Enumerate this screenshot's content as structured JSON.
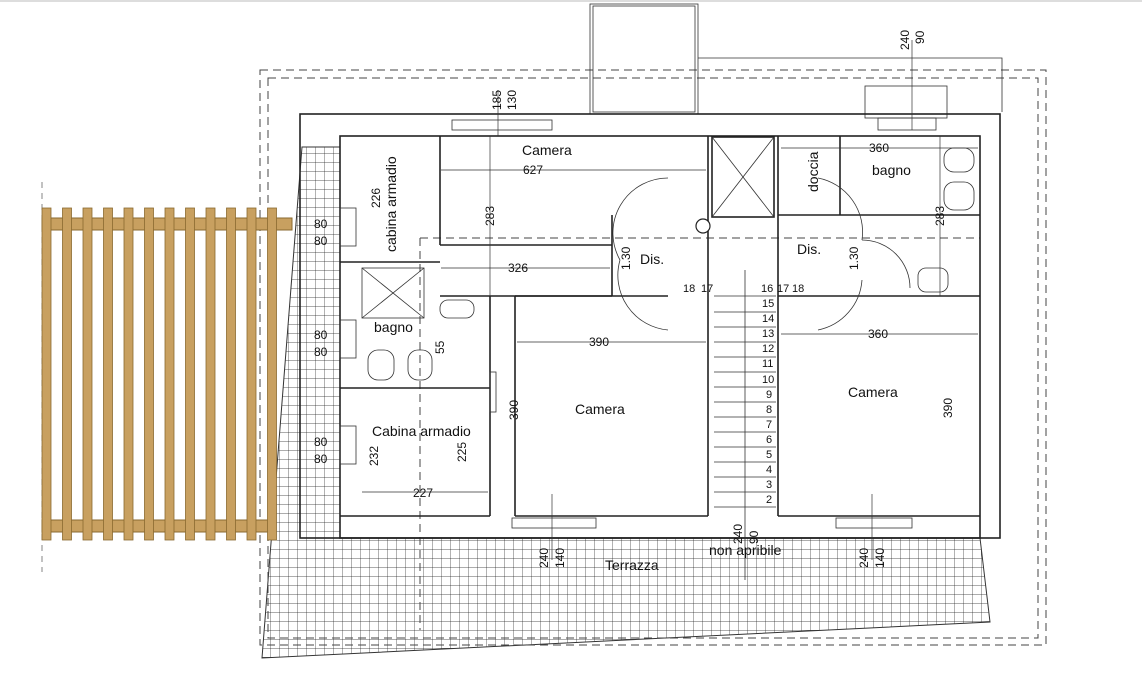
{
  "rooms": {
    "camera_top": "Camera",
    "cabina_armadio_vertical": "cabina armadio",
    "bagno_left": "bagno",
    "cabina_armadio": "Cabina armadio",
    "camera_center": "Camera",
    "dis_left": "Dis.",
    "dis_right": "Dis.",
    "doccia": "doccia",
    "bagno_right": "bagno",
    "camera_right": "Camera",
    "terrazza": "Terrazza",
    "non_apribile": "non apribile"
  },
  "dimensions": {
    "top_185": "185",
    "top_130": "130",
    "top_240": "240",
    "top_90": "90",
    "w627": "627",
    "w360_top": "360",
    "h226": "226",
    "h283_left": "283",
    "h283_right": "283",
    "w326": "326",
    "d130_left": "1.30",
    "d130_right": "1.30",
    "w390_h": "390",
    "w360_mid": "360",
    "h55": "55",
    "h390_left": "390",
    "h390_right": "390",
    "h232": "232",
    "h225": "225",
    "w227": "227",
    "w80_1": "80",
    "w80_2": "80",
    "w80_3": "80",
    "w80_4": "80",
    "w80_5": "80",
    "w80_6": "80",
    "bot_240_l": "240",
    "bot_140_l": "140",
    "bot_240_m": "240",
    "bot_90_m": "90",
    "bot_240_r": "240",
    "bot_140_r": "140"
  },
  "stairs": {
    "steps": [
      "18",
      "17",
      "16",
      "17",
      "18",
      "15",
      "14",
      "13",
      "12",
      "11",
      "10",
      "9",
      "8",
      "7",
      "6",
      "5",
      "4",
      "3",
      "2"
    ]
  },
  "colors": {
    "pergola_wood": "#c8a060",
    "pergola_edge": "#8a6a30",
    "line": "#222222"
  }
}
